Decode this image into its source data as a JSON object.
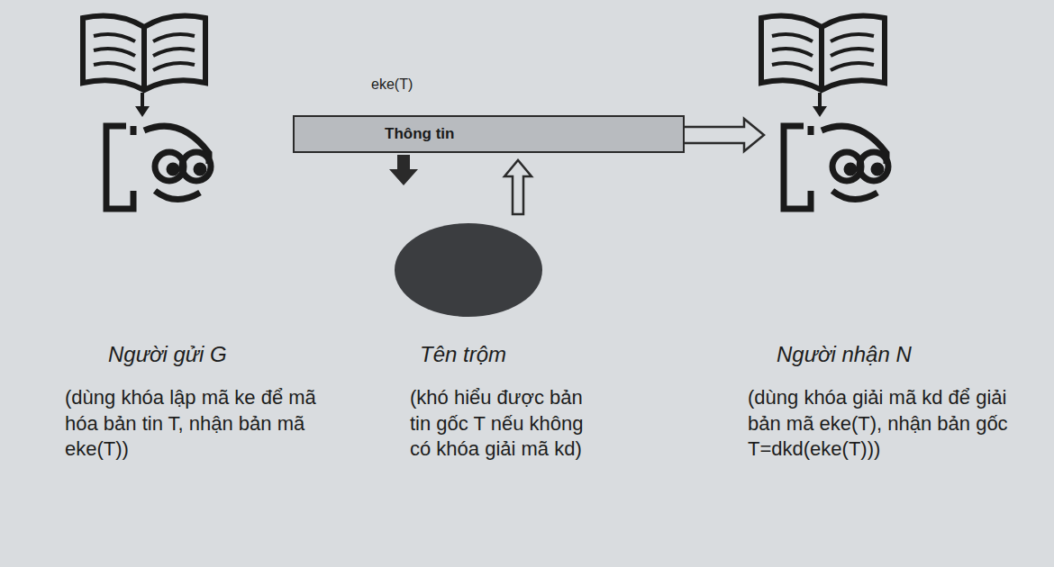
{
  "diagram": {
    "nodes": [
      {
        "text": [
          "Thông tin"
        ]
      }
    ],
    "labels": [
      "eke(T)",
      "Người gửi G",
      "Tên trộm",
      "Người nhận N",
      "(dùng khóa lập mã ke để mã hóa bản tin T, nhận bản mã eke(T))",
      "(khó hiểu được bản tin gốc T nếu không có khóa giải mã kd)",
      "(dùng khóa giải mã kd để giải bản mã eke(T), nhận bản gốc T=dkd(eke(T)))"
    ]
  }
}
